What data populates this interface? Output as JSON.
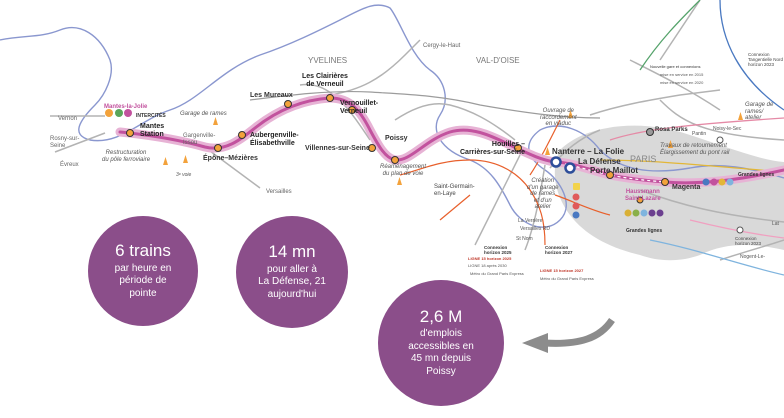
{
  "colors": {
    "line_e": "#c2529e",
    "line_e_glow": "#e7b3d5",
    "circle": "#8b4e8a",
    "rail_grey": "#aaaaaa",
    "water": "#7e8ec8",
    "orange": "#e8602c",
    "paris_fill": "#d6d6d6",
    "station_orange": "#f3a23b",
    "station_blue": "#2d4e9a"
  },
  "regions": {
    "yvelines": "YVELINES",
    "val_d_oise": "VAL-D'OISE",
    "paris": "PARIS"
  },
  "towns": {
    "vernon": "Vernon",
    "evreux": "Évreux",
    "rosny": "Rosny-sur-\nSeine",
    "cergy": "Cergy-le-Haut",
    "versailles": "Versailles",
    "saint_germain": "Saint-Germain-\nen-Laye",
    "nogent": "Nogent-Le-",
    "noisy": "Noisy-le-Sec",
    "pantin": "Pantin",
    "lat": "Lat"
  },
  "stations": {
    "mantes_la_jolie": "Mantes-la-Jolie",
    "mantes_station": "Mantes\nStation",
    "epone": "Épône–Mézières",
    "aubergenville": "Aubergenville-\nÉlisabethville",
    "les_mureaux": "Les Mureaux",
    "clairieres": "Les Clairières\nde Verneuil",
    "vernouillet": "Vernouillet-\nVerneuil",
    "villennes": "Villennes-sur-Seine",
    "poissy": "Poissy",
    "houilles": "Houilles –\nCarrières-sur-Seine",
    "nanterre": "Nanterre – La Folie",
    "la_defense": "La Défense",
    "porte_maillot": "Porte Maillot",
    "haussmann": "Haussmann\nSaint-Lazare",
    "magenta": "Magenta",
    "rosa_parks": "Rosa Parks"
  },
  "annotations": {
    "intercites": "INTERCITÉS",
    "restructuration": "Restructuration\ndu pôle ferroviaire",
    "garage_mantes": "Garage de rames",
    "gargenville": "Gargenville-\nIssou",
    "troisieme_voie": "3ᵉ voie",
    "reamenagement": "Réaménagement\ndu plan de voie",
    "ouvrage": "Ouvrage de\nraccordement\nen viaduc",
    "creation": "Création\nd'un garage\nde rames\net d'un\natelier",
    "travaux": "Travaux de retournement\nÉlargissement du pont rail",
    "garage_est": "Garage de rames/\natelier",
    "grandes_lignes": "Grandes lignes",
    "grandes_lignes_2": "Grandes lignes",
    "la_verriere": "La Verrière",
    "versailles_rd": "Versailles RD",
    "st_nom": "St Nom",
    "connexion_t4": "Connexion\nTangentielle Nord\nhorizon 2023",
    "nouvelles_gares": "Nouvelle gare et connexions",
    "mise_service_2015": "mise en service en 2015",
    "mise_service_2020": "mise en service en 2020",
    "connexion_2025": "Connexion\nhorizon 2025",
    "connexion_2027": "Connexion\nhorizon 2027",
    "connexion_nogent": "Connexion\nhorizon 2023",
    "metro_gpe_1": "Métro du Grand Paris Express",
    "metro_gpe_2": "Métro du Grand Paris Express",
    "ligne_15": "LIGNE 15 horizon 2025",
    "ligne_18": "LIGNE 18 après 2030",
    "ligne_15b": "LIGNE 15 horizon 2027"
  },
  "stats": [
    {
      "big": "6 trains",
      "small": "par heure en\npériode de\npointe"
    },
    {
      "big": "14 mn",
      "small": "pour aller à\nLa Défense, 21\naujourd'hui"
    },
    {
      "big": "2,6 M",
      "small": "d'emplois\naccessibles en\n45 mn depuis\nPoissy"
    }
  ]
}
